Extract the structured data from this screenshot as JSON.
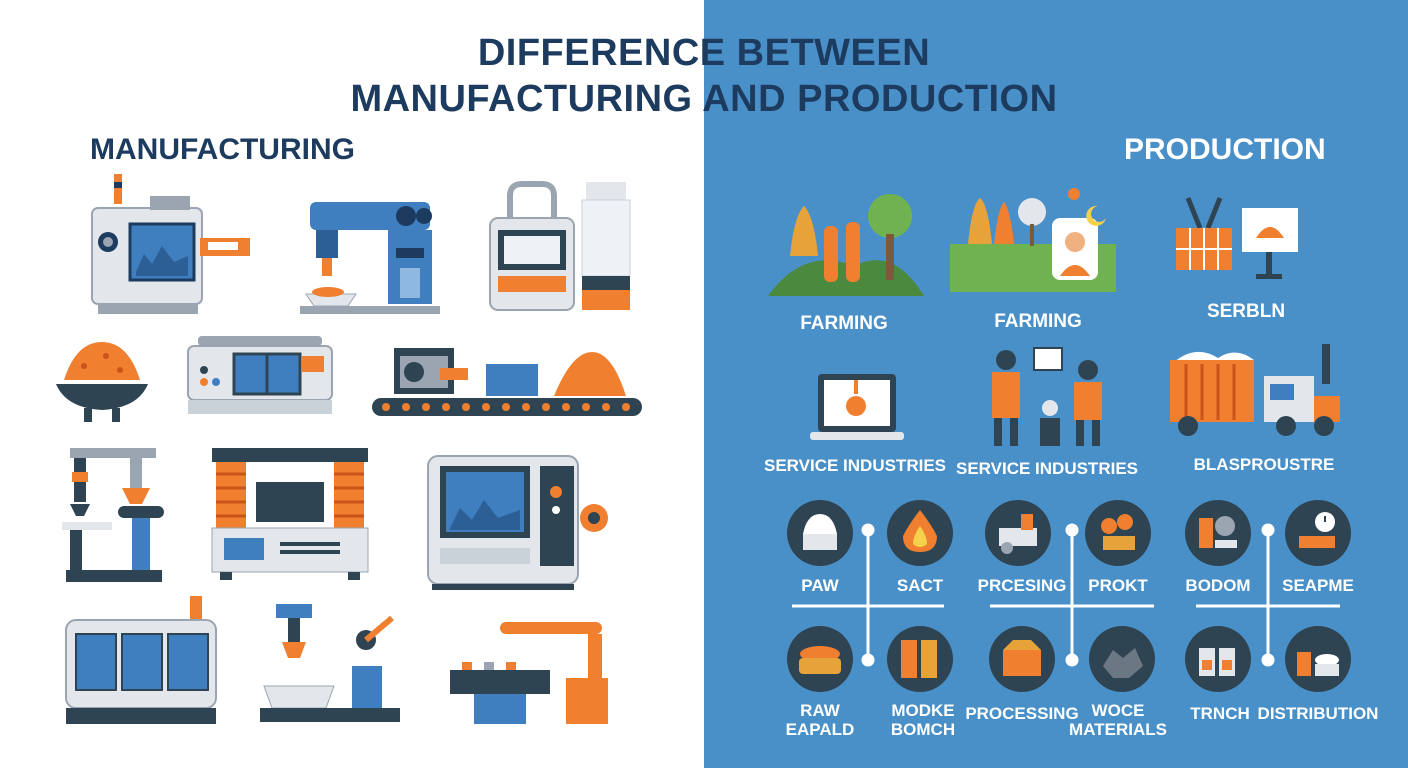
{
  "title": {
    "line1": "DIFFERENCE BETWEEN",
    "line2": "MANUFACTURING AND PRODUCTION"
  },
  "manufacturing": {
    "heading": "MANUFACTURING"
  },
  "production": {
    "heading": "PRODUCTION",
    "row1": [
      "FARMING",
      "FARMING",
      "SERBLN"
    ],
    "row2": [
      "SERVICE INDUSTRIES",
      "SERVICE INDUSTRIES",
      "BLASPROUSTRE"
    ],
    "cluster1": {
      "top": [
        "PAW",
        "SACT"
      ],
      "bottom": [
        "RAW",
        "EAPALD"
      ],
      "bottom_right": [
        "MODKE",
        "BOMCH"
      ]
    },
    "cluster2": {
      "top": [
        "PRCESING",
        "PROKT"
      ],
      "bottom": [
        "PROCESSING"
      ],
      "bottom_right": [
        "WOCE",
        "MATERIALS"
      ]
    },
    "cluster3": {
      "top": [
        "BODOM",
        "SEAPME"
      ],
      "bottom": [
        "TRNCH"
      ],
      "bottom_right": [
        "DISTRIBUTION"
      ]
    }
  },
  "colors": {
    "navy": "#1d3b5e",
    "blue_panel": "#4a90c8",
    "orange": "#f07f2f",
    "machine_blue": "#3f7fc0",
    "machine_grey": "#e3e7ec",
    "dark": "#2f4452"
  }
}
